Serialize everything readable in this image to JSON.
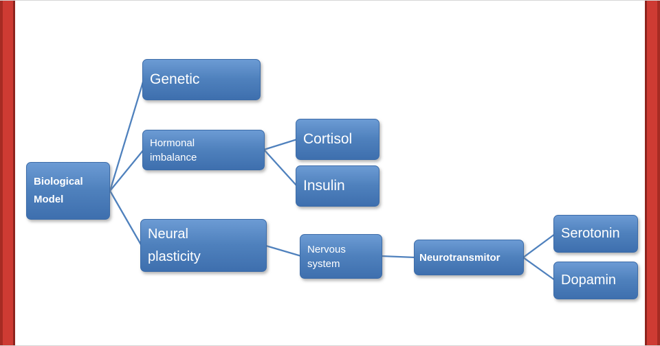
{
  "page": {
    "background": "#ffffff",
    "side_bar_color": "#ce3b33",
    "side_bar_edge_color": "#8e241e"
  },
  "diagram": {
    "type": "hierarchy",
    "node_fill_color": "#4f81bd",
    "node_text_color": "#ffffff",
    "connector_color": "#4f81bd",
    "nodes": [
      {
        "id": "biological-model",
        "lines": [
          "Biological",
          "Model"
        ]
      },
      {
        "id": "genetic",
        "lines": [
          "Genetic"
        ]
      },
      {
        "id": "hormonal-imbalance",
        "lines": [
          "Hormonal",
          "imbalance"
        ]
      },
      {
        "id": "cortisol",
        "lines": [
          "Cortisol"
        ]
      },
      {
        "id": "insulin",
        "lines": [
          "Insulin"
        ]
      },
      {
        "id": "neural-plasticity",
        "lines": [
          "Neural",
          "plasticity"
        ]
      },
      {
        "id": "nervous-system",
        "lines": [
          "Nervous",
          "system"
        ]
      },
      {
        "id": "neurotransmitor",
        "lines": [
          "Neurotransmitor"
        ]
      },
      {
        "id": "serotonin",
        "lines": [
          "Serotonin"
        ]
      },
      {
        "id": "dopamin",
        "lines": [
          "Dopamin"
        ]
      }
    ],
    "edges": [
      {
        "from": "biological-model",
        "to": "genetic"
      },
      {
        "from": "biological-model",
        "to": "hormonal-imbalance"
      },
      {
        "from": "biological-model",
        "to": "neural-plasticity"
      },
      {
        "from": "hormonal-imbalance",
        "to": "cortisol"
      },
      {
        "from": "hormonal-imbalance",
        "to": "insulin"
      },
      {
        "from": "neural-plasticity",
        "to": "nervous-system"
      },
      {
        "from": "nervous-system",
        "to": "neurotransmitor"
      },
      {
        "from": "neurotransmitor",
        "to": "serotonin"
      },
      {
        "from": "neurotransmitor",
        "to": "dopamin"
      }
    ]
  }
}
